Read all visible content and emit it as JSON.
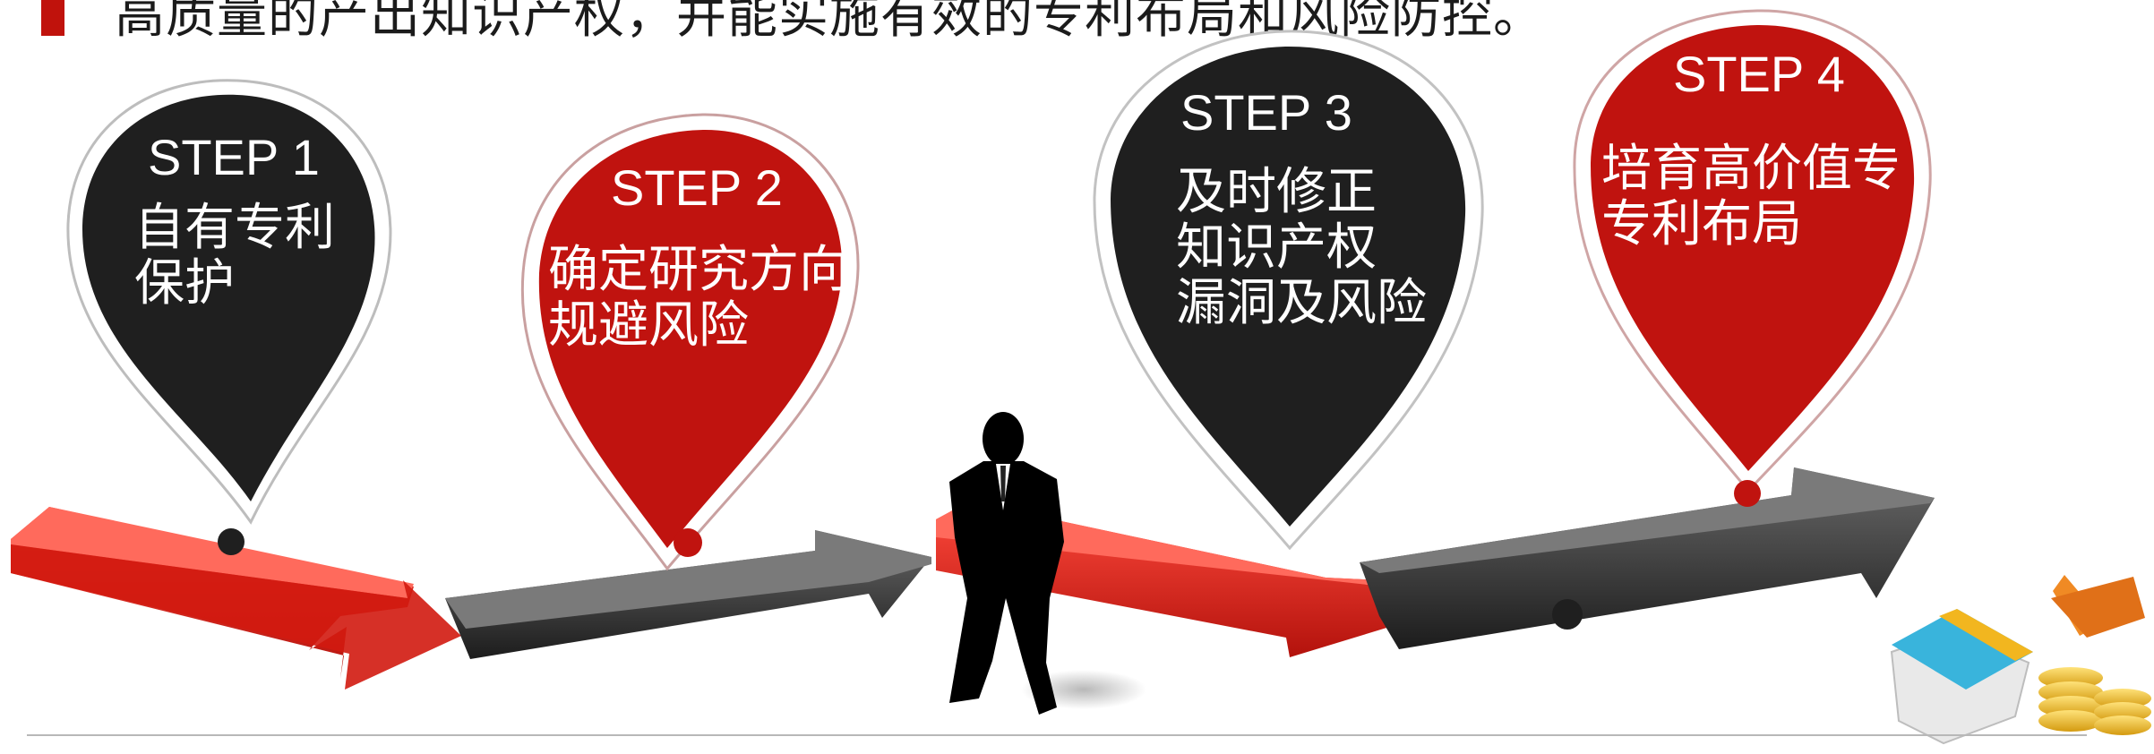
{
  "header": {
    "intro_tail": "高质量的产出知识产权，并能实施有效的专利布局和风险防控。"
  },
  "steps": [
    {
      "step": "STEP 1",
      "lines": [
        "自有专利",
        "保护"
      ],
      "color": "#1f1f1f"
    },
    {
      "step": "STEP 2",
      "lines": [
        "确定研究方向",
        "规避风险"
      ],
      "color": "#c0130f"
    },
    {
      "step": "STEP 3",
      "lines": [
        "及时修正",
        "知识产权",
        "漏洞及风险"
      ],
      "color": "#1f1f1f"
    },
    {
      "step": "STEP 4",
      "lines": [
        "培育高价值专利",
        "专利布局"
      ],
      "color": "#c0130f"
    }
  ],
  "colors": {
    "accent_red": "#c0130f",
    "dark": "#1f1f1f",
    "arrow_red": "#e3241e",
    "arrow_dark": "#333333"
  },
  "decorations": {
    "figure": "businessman-silhouette-icon",
    "money": "money-coins-icon"
  }
}
